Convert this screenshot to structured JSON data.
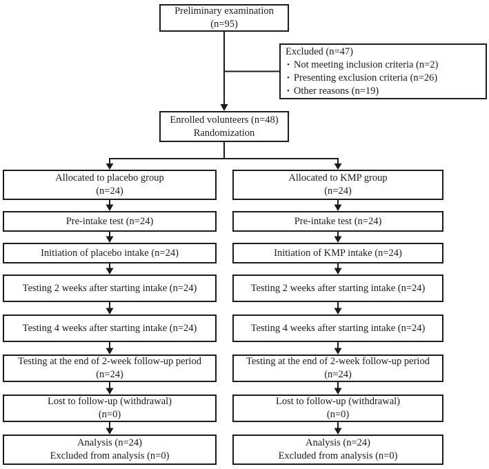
{
  "figure": {
    "type": "consort-flow-diagram",
    "colors": {
      "line": "#1b1b1b",
      "box_background": "#ffffff",
      "page_background": "#ffffff",
      "text": "#1b1b1b"
    }
  },
  "flowchart": {
    "preliminary": {
      "line1": "Preliminary examination",
      "line2": "(n=95)"
    },
    "excluded": {
      "title": "Excluded (n=47)",
      "bullet": "•",
      "items": [
        "Not meeting inclusion criteria (n=2)",
        "Presenting exclusion criteria (n=26)",
        "Other reasons (n=19)"
      ]
    },
    "enrolled": {
      "line1": "Enrolled volunteers (n=48)",
      "line2": "Randomization"
    },
    "columns": [
      {
        "name": "placebo",
        "boxes": {
          "allocated": {
            "line1": "Allocated to placebo group",
            "line2": "(n=24)"
          },
          "pre_intake": {
            "line1": "Pre-intake test (n=24)"
          },
          "initiation": {
            "line1": "Initiation of placebo intake (n=24)"
          },
          "testing_2w": {
            "line1": "Testing 2 weeks after starting intake (n=24)"
          },
          "testing_4w": {
            "line1": "Testing 4 weeks after starting intake (n=24)"
          },
          "followup_end": {
            "line1": "Testing at the end of 2-week follow-up period",
            "line2": "(n=24)"
          },
          "lost": {
            "line1": "Lost to follow-up (withdrawal)",
            "line2": "(n=0)"
          },
          "analysis": {
            "line1": "Analysis (n=24)",
            "line2": "Excluded from analysis (n=0)"
          }
        }
      },
      {
        "name": "kmp",
        "boxes": {
          "allocated": {
            "line1": "Allocated to KMP group",
            "line2": "(n=24)"
          },
          "pre_intake": {
            "line1": "Pre-intake test (n=24)"
          },
          "initiation": {
            "line1": "Initiation of KMP intake (n=24)"
          },
          "testing_2w": {
            "line1": "Testing 2 weeks after starting intake (n=24)"
          },
          "testing_4w": {
            "line1": "Testing 4 weeks after starting intake (n=24)"
          },
          "followup_end": {
            "line1": "Testing at the end of 2-week follow-up period",
            "line2": "(n=24)"
          },
          "lost": {
            "line1": "Lost to follow-up (withdrawal)",
            "line2": "(n=0)"
          },
          "analysis": {
            "line1": "Analysis (n=24)",
            "line2": "Excluded from analysis (n=0)"
          }
        }
      }
    ]
  }
}
